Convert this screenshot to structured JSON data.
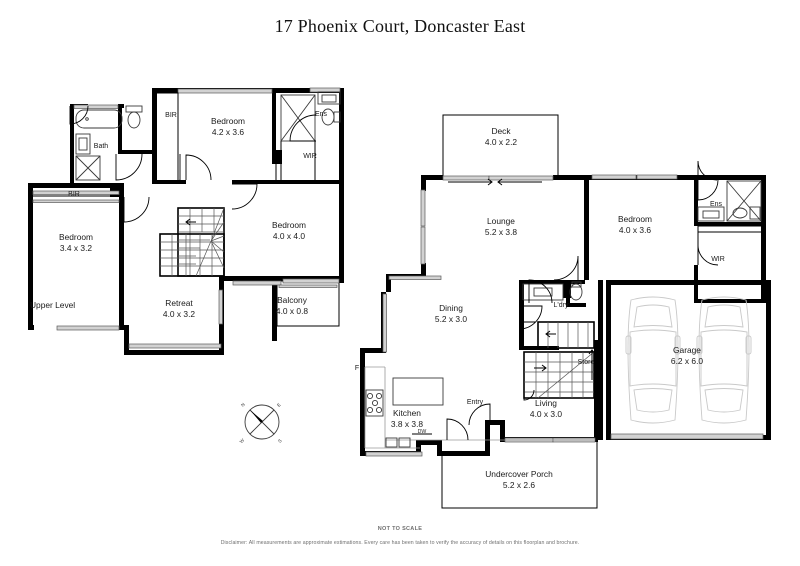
{
  "document": {
    "title": "17 Phoenix Court, Doncaster East",
    "scale_note": "NOT TO SCALE",
    "disclaimer": "Disclaimer: All measurements are approximate estimations. Every care has been taken to verify the accuracy of details on this floorplan and brochure."
  },
  "levels": [
    {
      "id": "upper",
      "label": "Upper Level"
    }
  ],
  "compass": {
    "north": "N",
    "east": "E",
    "south": "S",
    "west": "W"
  },
  "upper_level": {
    "rooms": [
      {
        "name": "Bedroom",
        "dim": "4.2 x 3.6"
      },
      {
        "name": "Bedroom",
        "dim": "3.4 x 3.2"
      },
      {
        "name": "Bedroom",
        "dim": "4.0 x 4.0"
      },
      {
        "name": "Retreat",
        "dim": "4.0 x 3.2"
      },
      {
        "name": "Balcony",
        "dim": "4.0 x 0.8"
      },
      {
        "name": "Bath",
        "dim": ""
      }
    ],
    "fixtures": [
      {
        "label": "BIR"
      },
      {
        "label": "BIR"
      },
      {
        "label": "Ens"
      },
      {
        "label": "WIR"
      }
    ]
  },
  "ground_level": {
    "rooms": [
      {
        "name": "Deck",
        "dim": "4.0 x 2.2"
      },
      {
        "name": "Lounge",
        "dim": "5.2 x 3.8"
      },
      {
        "name": "Bedroom",
        "dim": "4.0 x 3.6"
      },
      {
        "name": "Dining",
        "dim": "5.2 x 3.0"
      },
      {
        "name": "Kitchen",
        "dim": "3.8 x 3.8"
      },
      {
        "name": "Living",
        "dim": "4.0 x 3.0"
      },
      {
        "name": "Garage",
        "dim": "6.2 x 6.0"
      },
      {
        "name": "Undercover Porch",
        "dim": "5.2 x 2.6"
      }
    ],
    "fixtures": [
      {
        "label": "Ens"
      },
      {
        "label": "WIR"
      },
      {
        "label": "L'dry"
      },
      {
        "label": "Store"
      },
      {
        "label": "Entry"
      },
      {
        "label": "F"
      },
      {
        "label": "DW"
      }
    ]
  },
  "colors": {
    "wall": "#000000",
    "window": "#d2d2d2",
    "fixture_outline": "#3a3a3a",
    "car_outline": "#c9c9c9",
    "text": "#1a1a1a",
    "footer_text": "#6f6f6f",
    "background": "#ffffff"
  }
}
